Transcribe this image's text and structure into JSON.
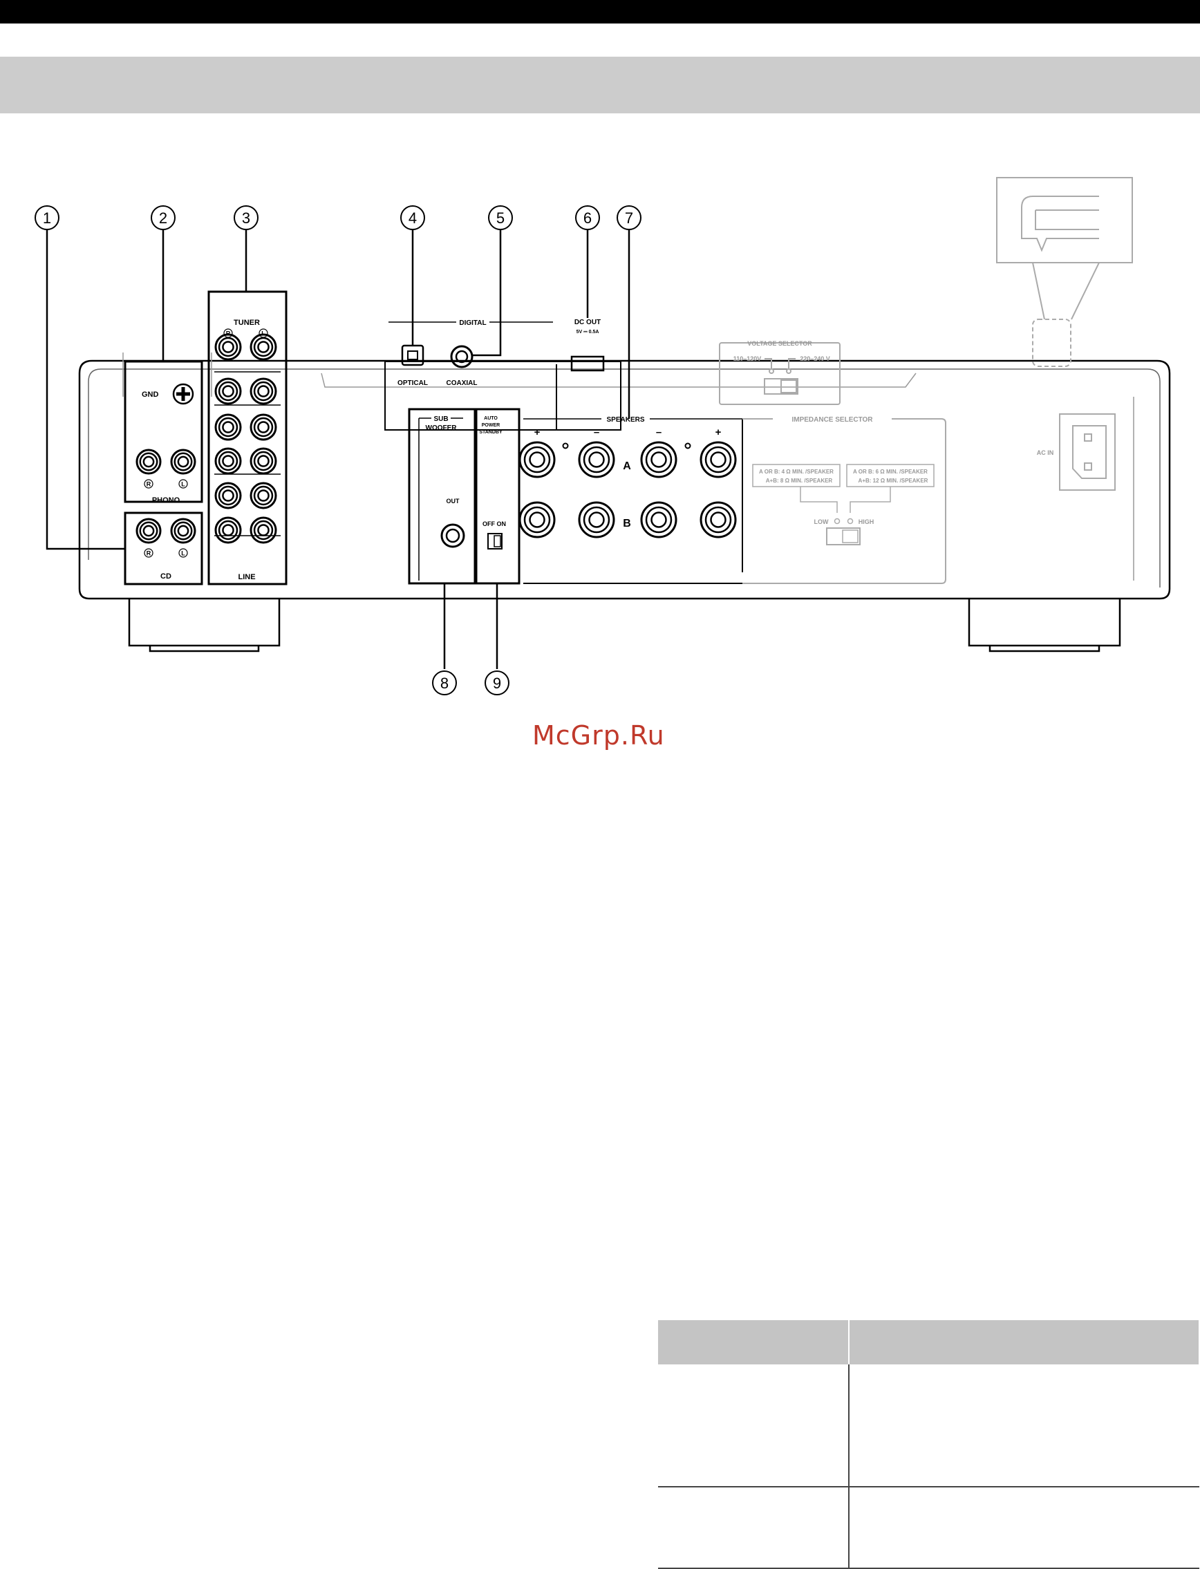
{
  "callouts": [
    "①",
    "②",
    "③",
    "④",
    "⑤",
    "⑥",
    "⑦",
    "⑧",
    "⑨"
  ],
  "panel": {
    "tuner": "TUNER",
    "gnd": "GND",
    "phono": "PHONO",
    "cd": "CD",
    "line": "LINE",
    "ch_r": "R",
    "ch_l": "L",
    "digital": "DIGITAL",
    "optical": "OPTICAL",
    "coaxial": "COAXIAL",
    "dc_out": "DC OUT",
    "dc_out_rating": "5V ⎓ 0.5A",
    "voltage_selector": "VOLTAGE SELECTOR",
    "v_low": "110–120V",
    "v_high": "220–240 V",
    "subwoofer_1": "SUB",
    "subwoofer_2": "WOOFER",
    "out": "OUT",
    "auto_1": "AUTO",
    "auto_2": "POWER",
    "auto_3": "STANDBY",
    "off_on": "OFF ON",
    "speakers": "SPEAKERS",
    "plus": "+",
    "minus": "–",
    "a": "A",
    "b": "B",
    "impedance_selector": "IMPEDANCE SELECTOR",
    "imp_low_1": "A OR B:  4 Ω MIN. /SPEAKER",
    "imp_low_2": "A+B:  8 Ω MIN. /SPEAKER",
    "imp_high_1": "A OR B:  6 Ω MIN. /SPEAKER",
    "imp_high_2": "A+B: 12 Ω MIN. /SPEAKER",
    "low": "LOW",
    "high": "HIGH",
    "ac_in": "AC IN"
  },
  "watermark": "McGrp.Ru",
  "table": {
    "headers": [
      "",
      ""
    ],
    "rows": [
      [
        "",
        ""
      ],
      [
        "",
        ""
      ]
    ]
  }
}
